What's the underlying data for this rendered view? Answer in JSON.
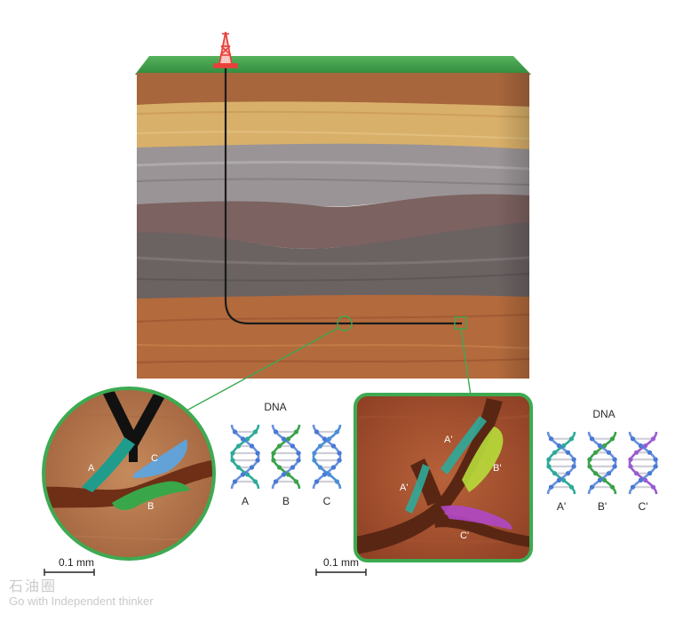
{
  "colors": {
    "ground": "#3e9a48",
    "rig": "#e8403a",
    "well": "#1b1b1b",
    "callout": "#3daa52",
    "layer_brown": "#a8663d",
    "layer_tan": "#d9b06a",
    "layer_grey": "#9a9496",
    "layer_dark": "#6b6262",
    "layer_orange": "#b36a3c"
  },
  "left_panel": {
    "dna_title": "DNA",
    "fracture_labels": [
      "A",
      "C",
      "B"
    ],
    "dna_strands": [
      {
        "label": "A",
        "color": "#2eaa9a"
      },
      {
        "label": "B",
        "color": "#3aa24a"
      },
      {
        "label": "C",
        "color": "#4a8fd6"
      }
    ],
    "scale": "0.1 mm"
  },
  "right_panel": {
    "dna_title": "DNA",
    "fracture_labels": [
      "A'",
      "A'",
      "B'",
      "C'"
    ],
    "dna_strands": [
      {
        "label": "A'",
        "color": "#2eaa9a"
      },
      {
        "label": "B'",
        "color": "#3aa24a"
      },
      {
        "label": "C'",
        "color": "#9a5bd0"
      }
    ],
    "scale": "0.1 mm"
  },
  "watermark": {
    "chinese": "石油圈",
    "english": "Go with Independent thinker"
  }
}
